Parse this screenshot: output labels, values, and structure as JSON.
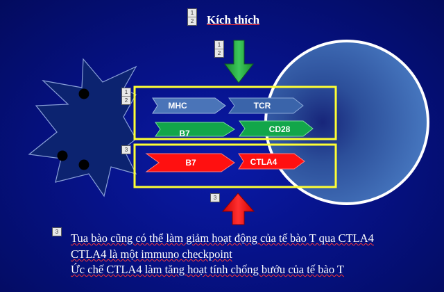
{
  "slide": {
    "title": "Kích thích",
    "lines": [
      "Tua bào cũng có thể làm giảm hoạt động của tế bào T qua CTLA4",
      "CTLA4  là một immuno checkpoint",
      "Ức chế CTLA4 làm tăng hoạt tính chống bướu của tế bào T"
    ]
  },
  "animation_badges": [
    {
      "id": "title",
      "numbers": [
        "1",
        "2"
      ]
    },
    {
      "id": "green-arrow",
      "numbers": [
        "1",
        "2"
      ]
    },
    {
      "id": "top-box",
      "numbers": [
        "1",
        "2"
      ]
    },
    {
      "id": "bottom-box",
      "numbers": [
        "3"
      ]
    },
    {
      "id": "red-arrow",
      "numbers": [
        "3"
      ]
    },
    {
      "id": "text",
      "numbers": [
        "3"
      ]
    }
  ],
  "molecules": {
    "mhc": "MHC",
    "tcr": "TCR",
    "b7_top": "B7",
    "cd28": "CD28",
    "b7_bottom": "B7",
    "ctla4": "CTLA4"
  },
  "colors": {
    "background": "#061287",
    "highlight_box": "#ffff33",
    "stimulate_arrow": "#1fa33a",
    "inhibit_arrow": "#ff1a1a",
    "mhc_tcr": "#4a74b8",
    "b7_cd28": "#12a64a",
    "b7_ctla4": "#ff1010",
    "t_cell": "#3d6db8"
  }
}
